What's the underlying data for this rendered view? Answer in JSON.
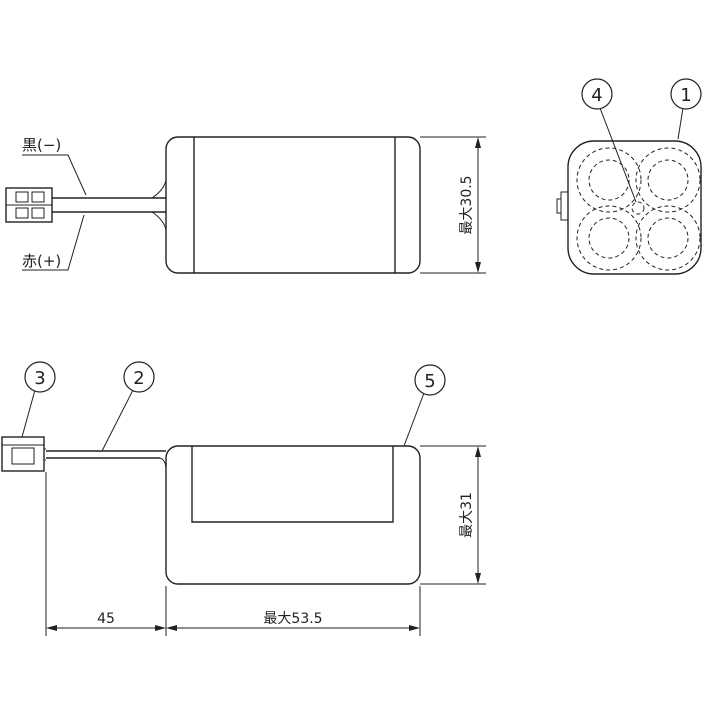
{
  "wire_labels": {
    "black": "黒(−)",
    "red": "赤(+)"
  },
  "dimensions": {
    "top_height": "最大30.5",
    "side_height": "最大31",
    "lead_length": "45",
    "body_length": "最大53.5"
  },
  "part_callouts": [
    "1",
    "2",
    "3",
    "4",
    "5"
  ],
  "colors": {
    "line": "#222222",
    "background": "#ffffff"
  }
}
